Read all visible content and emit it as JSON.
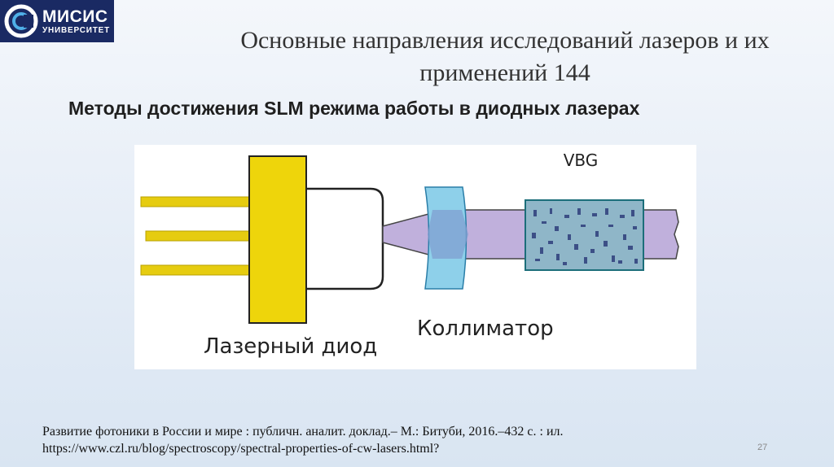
{
  "logo": {
    "name": "МИСИС",
    "subtitle": "УНИВЕРСИТЕТ",
    "icon": "misis-logo-icon",
    "background": "#1a2a63"
  },
  "title": {
    "line1": "Основные направления исследований лазеров и их",
    "line2": "применений 144"
  },
  "subtitle": "Методы достижения SLM режима работы в диодных лазерах",
  "figure": {
    "labels": {
      "laser_diode": "Лазерный диод",
      "collimator": "Коллиматор",
      "vbg": "VBG"
    },
    "colors": {
      "diode_body": "#eed50b",
      "pins": "#e6cc10",
      "beam": "#c0b0dc",
      "lens": "#8ed0ea",
      "vbg_fill": "#8fb6c8"
    }
  },
  "footer": {
    "citation": "Развитие фотоники в России и мире : публичн. аналит. доклад.– М.: Битуби, 2016.–432 с. : ил.",
    "url": "https://www.czl.ru/blog/spectroscopy/spectral-properties-of-cw-lasers.html?"
  },
  "page_number": "27"
}
